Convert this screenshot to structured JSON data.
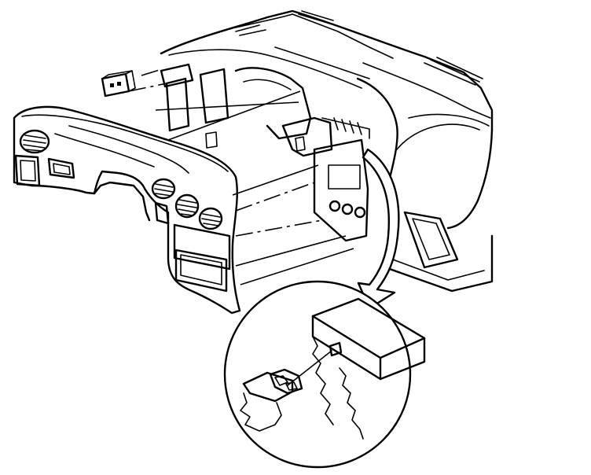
{
  "figure": {
    "stroke_color": "#000000",
    "background_color": "#ffffff",
    "parts": [
      "instrument-panel",
      "defroster-grille",
      "connector-block",
      "left-outer-vent",
      "center-vents",
      "radio-climate-bezel",
      "glove-box-opening",
      "detail-arrow",
      "detail-magnifier"
    ]
  }
}
